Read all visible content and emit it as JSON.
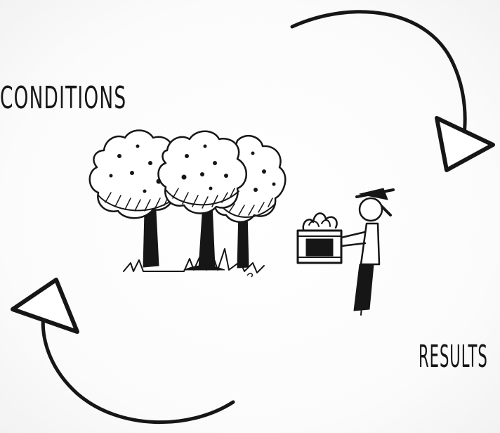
{
  "labels": {
    "conditions": "CONDITIONS",
    "results": "RESULTS"
  },
  "icons": {
    "top_right_arrow": "curved-arrow-clockwise-icon",
    "bottom_left_arrow": "curved-arrow-clockwise-icon",
    "trees": "trees-illustration",
    "farmer": "farmer-with-harvest-crate-illustration"
  },
  "colors": {
    "ink": "#161616",
    "paper": "#ffffff"
  }
}
